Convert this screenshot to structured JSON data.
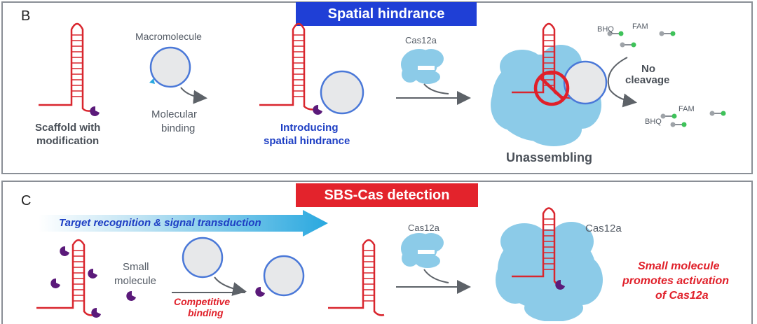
{
  "panel_b": {
    "letter": "B",
    "title": "Spatial hindrance",
    "macromolecule_label": "Macromolecule",
    "cas12a_label": "Cas12a",
    "scaffold_label_line1": "Scaffold with",
    "scaffold_label_line2": "modification",
    "binding_label_line1": "Molecular",
    "binding_label_line2": "binding",
    "introducing_line1": "Introducing",
    "introducing_line2": "spatial hindrance",
    "unassembling_label": "Unassembling",
    "no_cleavage_line1": "No",
    "no_cleavage_line2": "cleavage",
    "bhq_label_top": "BHQ",
    "fam_label_top": "FAM",
    "bhq_label_bottom": "BHQ",
    "fam_label_bottom": "FAM"
  },
  "panel_c": {
    "letter": "C",
    "title": "SBS-Cas detection",
    "arrow_label": "Target recognition & signal transduction",
    "small_molecule_line1": "Small",
    "small_molecule_line2": "molecule",
    "competitive_line1": "Competitive",
    "competitive_line2": "binding",
    "cas12a_label_1": "Cas12a",
    "cas12a_label_2": "Cas12a",
    "conclusion_line1": "Small molecule",
    "conclusion_line2": "promotes activation",
    "conclusion_line3": "of Cas12a"
  },
  "colors": {
    "scaffold_red": "#d9262e",
    "circle_blue": "#4a78d8",
    "circle_fill": "#e7e8ea",
    "cas_blue": "#8ccbe8",
    "modification_purple": "#5b1a7a",
    "fam_green": "#3fc25a"
  }
}
